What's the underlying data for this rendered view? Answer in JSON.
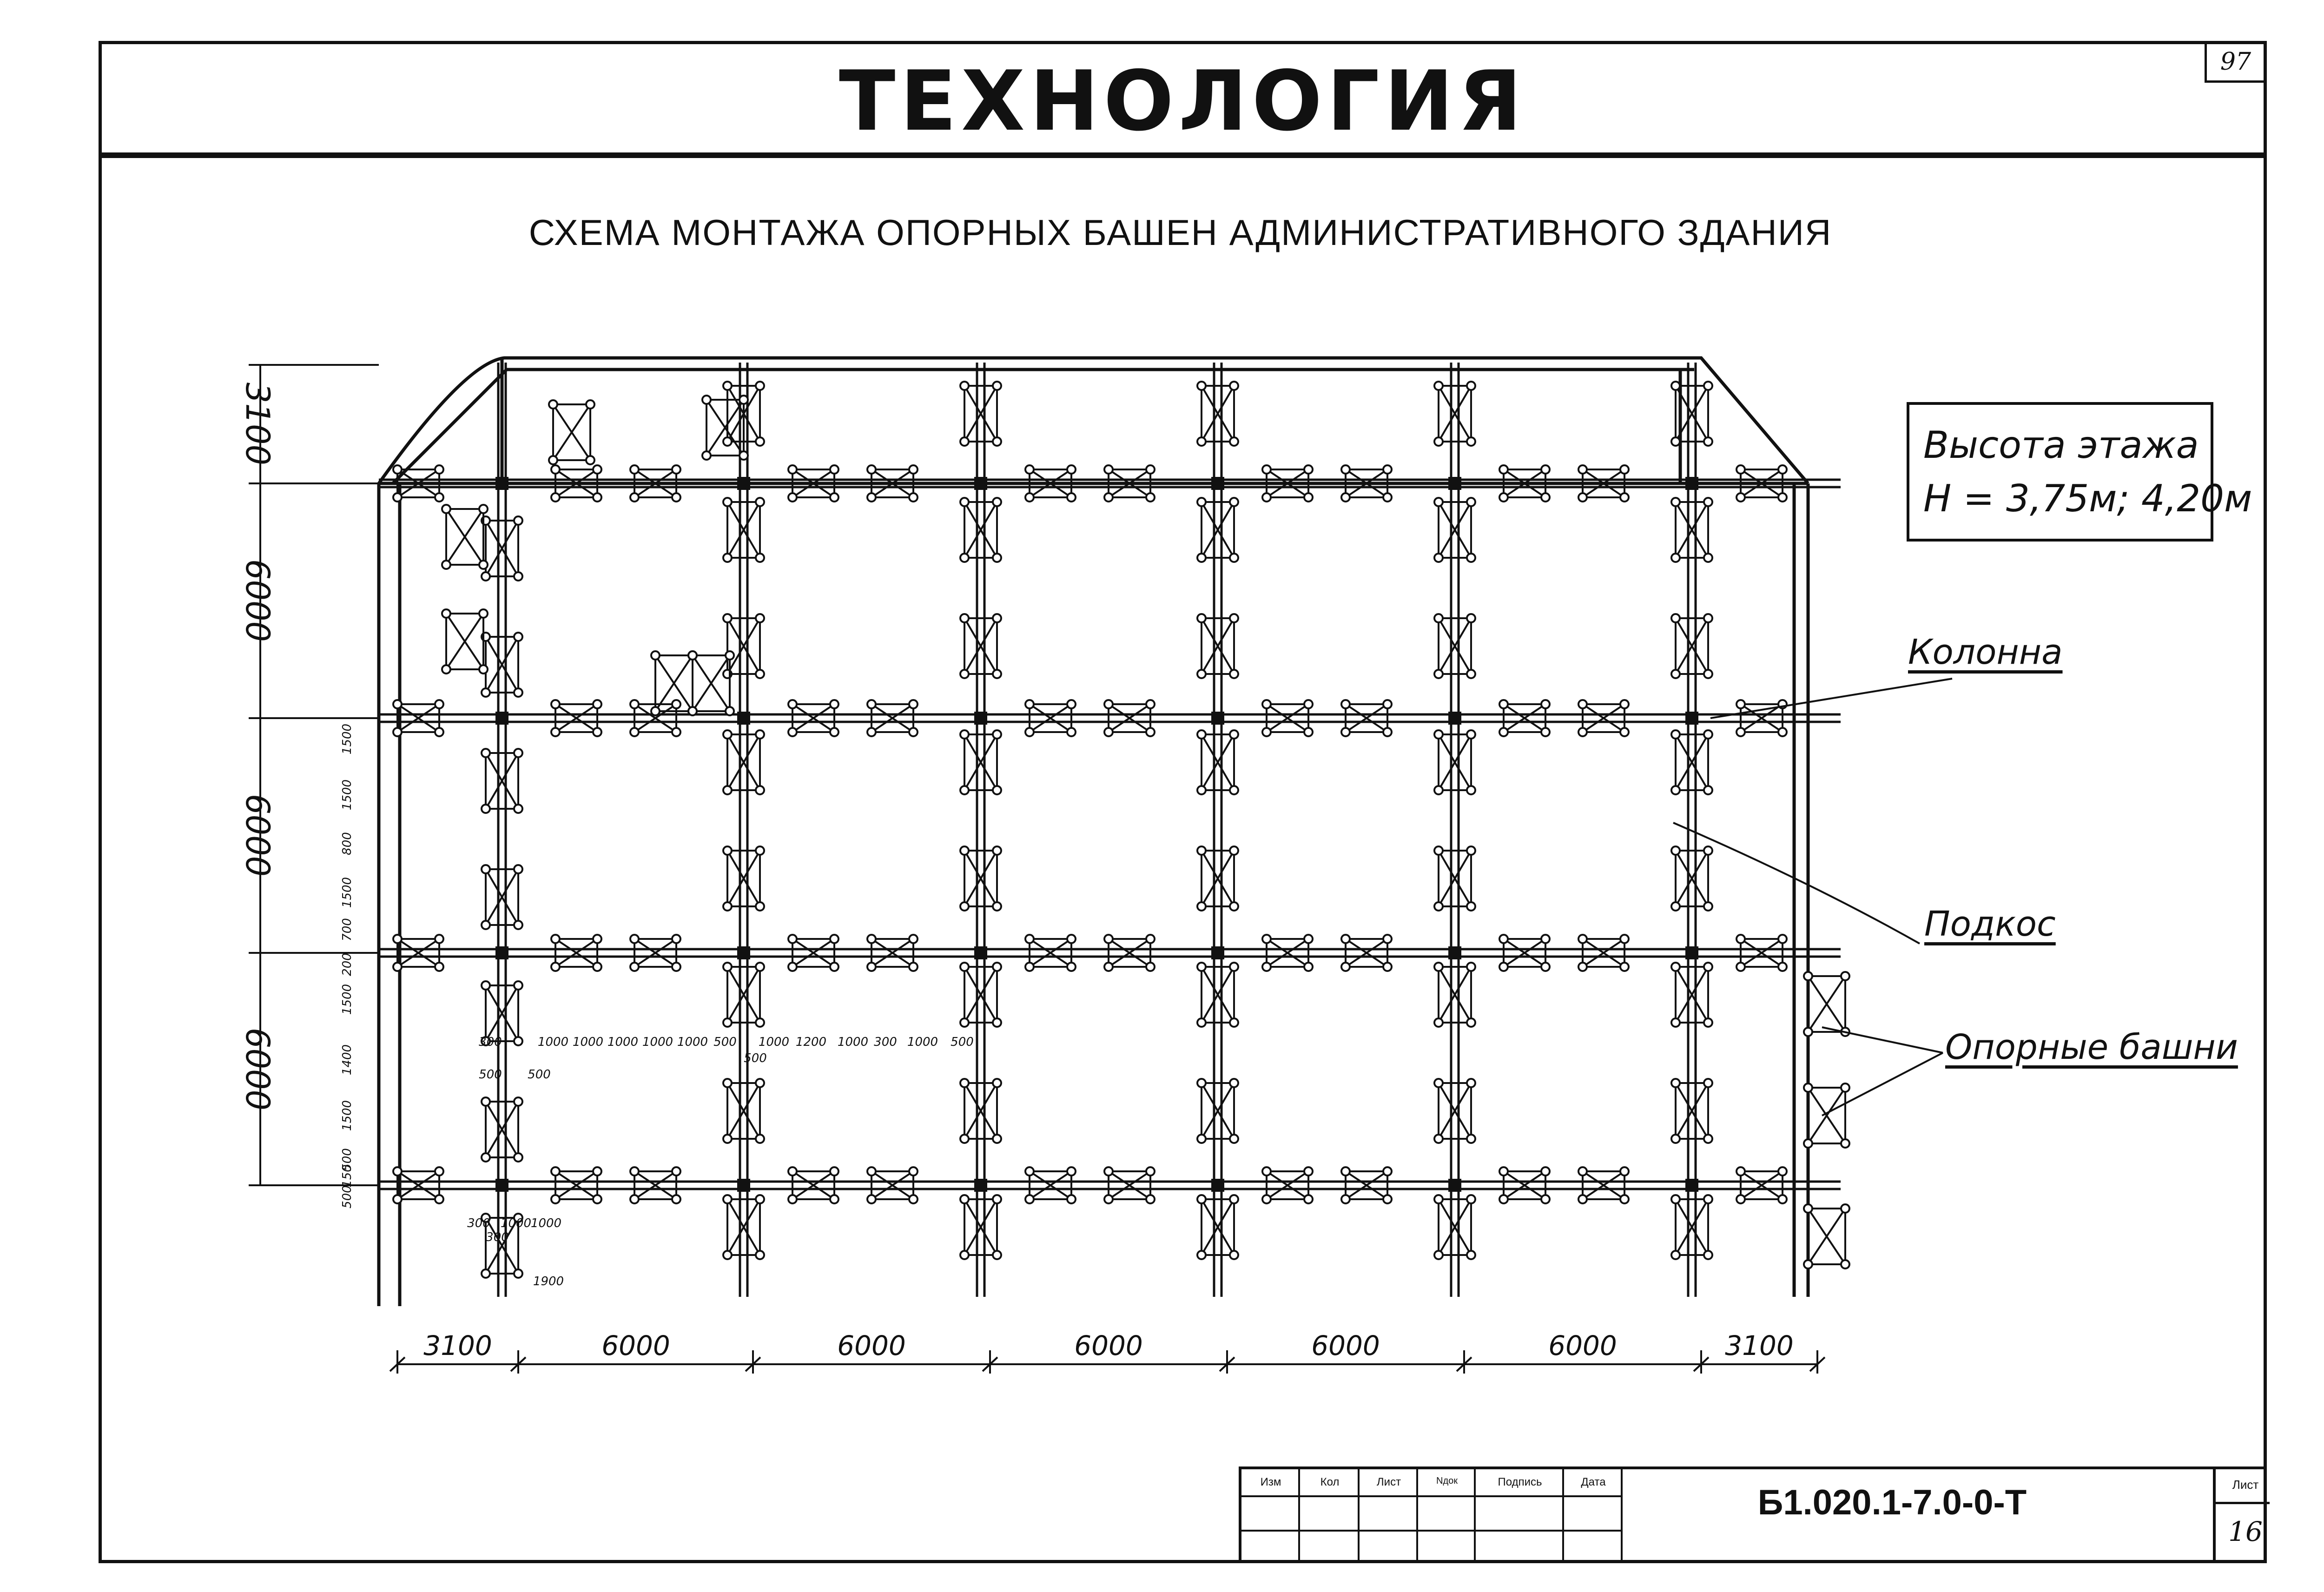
{
  "header": {
    "title": "ТЕХНОЛОГИЯ",
    "corner_number": "97"
  },
  "subtitle": "СХЕМА МОНТАЖА ОПОРНЫХ БАШЕН АДМИНИСТРАТИВНОГО ЗДАНИЯ",
  "note": {
    "line1": "Высота этажа",
    "line2": "H = 3,75м; 4,20м"
  },
  "labels": {
    "column": "Колонна",
    "brace": "Подкос",
    "towers": "Опорные башни"
  },
  "dimensions": {
    "bottom": [
      "3100",
      "6000",
      "6000",
      "6000",
      "6000",
      "6000",
      "3100"
    ],
    "left": [
      "3100",
      "6000",
      "6000",
      "6000"
    ],
    "small_left": [
      "1500",
      "1500",
      "800",
      "1500",
      "700",
      "200",
      "1500",
      "1400",
      "1500",
      "500",
      "150",
      "500"
    ],
    "small_row": [
      "300",
      "1000",
      "1000",
      "1000",
      "1000",
      "1000",
      "500",
      "1000",
      "1200",
      "1000",
      "300",
      "1000",
      "500"
    ],
    "small_misc": [
      "500",
      "500",
      "500",
      "300",
      "1000",
      "1000",
      "300",
      "1900"
    ]
  },
  "title_block": {
    "headers": [
      "Изм",
      "Кол",
      "Лист",
      "Nдок",
      "Подпись",
      "Дата"
    ],
    "code": "Б1.020.1-7.0-0-Т",
    "sheet_label": "Лист",
    "sheet_number": "16"
  }
}
